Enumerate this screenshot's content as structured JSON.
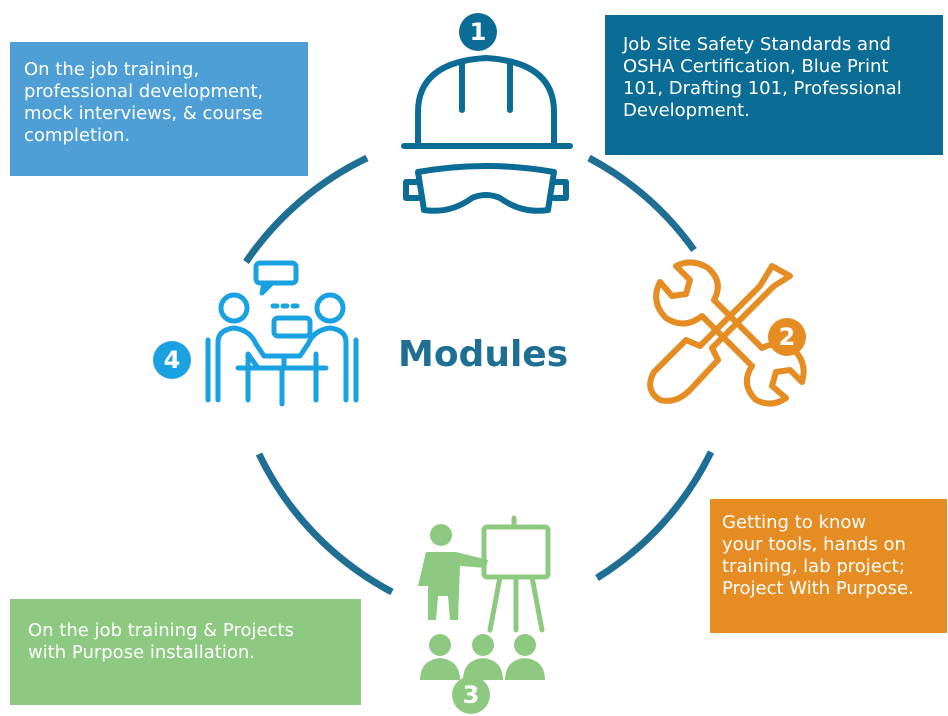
{
  "title": "Modules",
  "colors": {
    "module1": "#0b6c96",
    "module2": "#e58c23",
    "module3": "#8ec981",
    "module4": "#1aa1e2",
    "box_top_left": "#4e9fd6",
    "ring": "#1f6f95"
  },
  "modules": [
    {
      "number": "1",
      "icon": "hardhat-goggles-icon",
      "text": "Job Site Safety Standards and\nOSHA Certification, Blue Print\n101, Drafting 101, Professional\nDevelopment."
    },
    {
      "number": "2",
      "icon": "wrench-screwdriver-icon",
      "text": "Getting to know\nyour tools, hands on\ntraining, lab project;\nProject With Purpose."
    },
    {
      "number": "3",
      "icon": "presentation-board-icon",
      "text": "On the job training & Projects\nwith Purpose installation."
    },
    {
      "number": "4",
      "icon": "meeting-conversation-icon",
      "text": "On the job training,\nprofessional development,\nmock interviews, & course\ncompletion."
    }
  ]
}
